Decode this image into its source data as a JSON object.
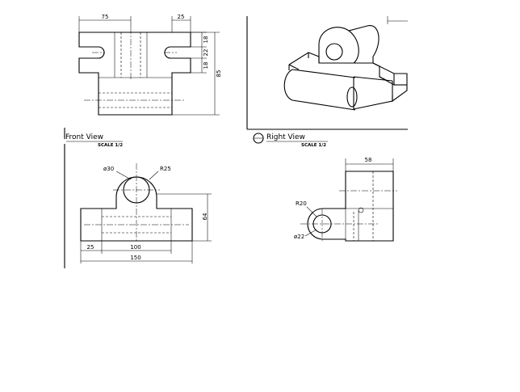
{
  "views": {
    "front_view": {
      "title": "Front View",
      "scale": "SCALE 1/2"
    },
    "right_view": {
      "title": "Right View",
      "scale": "SCALE 1/2"
    }
  },
  "dimensions": {
    "top": {
      "d75": "75",
      "d25": "25",
      "d18a": "18",
      "d22": "22",
      "d18b": "18",
      "d85": "85"
    },
    "front": {
      "dia30": "ø30",
      "r25": "R25",
      "d64": "64",
      "d25": "25",
      "d100": "100",
      "d150": "150"
    },
    "right": {
      "d58": "58",
      "r20": "R20",
      "dia22": "ø22"
    }
  }
}
